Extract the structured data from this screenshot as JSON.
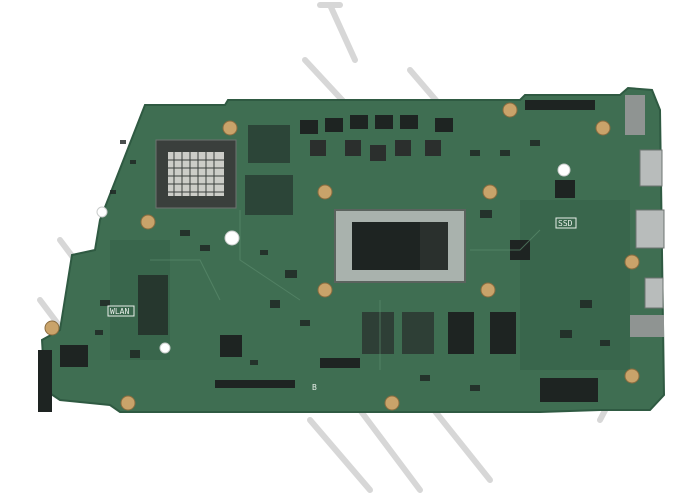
{
  "board": {
    "pcb_color": "#3f6e52",
    "pcb_dark": "#2f5a42",
    "chip_color": "#1e2422",
    "silk_color": "#e8efe9",
    "pad_color": "#c9a36a",
    "watermark_color": "#d7d7d7"
  },
  "labels": {
    "wlan": "WLAN",
    "ssd": "SSD",
    "b": "B"
  }
}
